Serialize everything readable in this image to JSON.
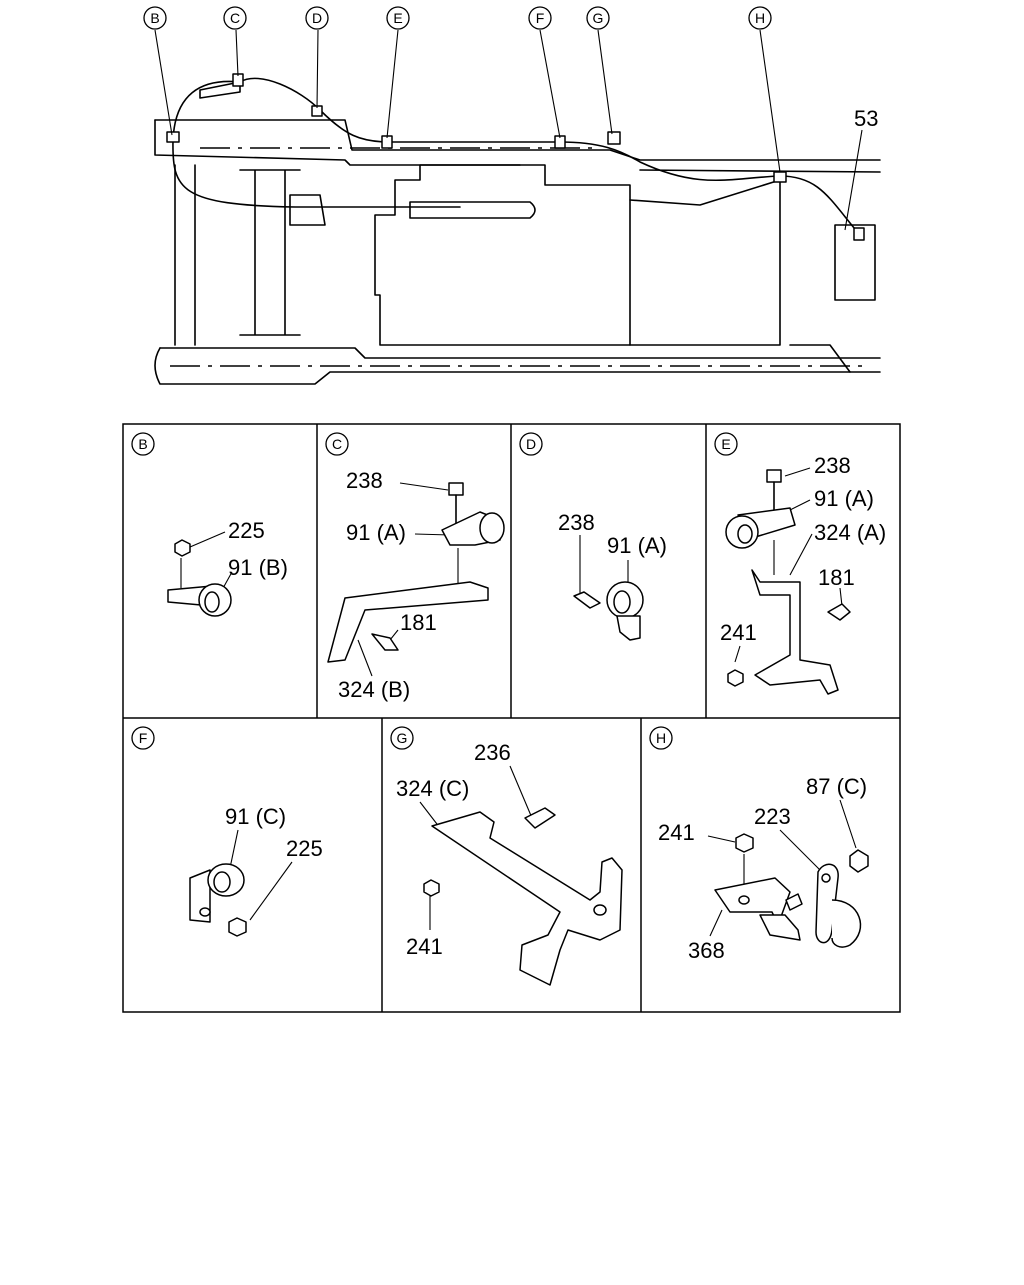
{
  "overview": {
    "callouts": [
      "B",
      "C",
      "D",
      "E",
      "F",
      "G",
      "H"
    ],
    "part_label": "53"
  },
  "panels": {
    "B": {
      "letter": "B",
      "labels": [
        "225",
        "91 (B)"
      ]
    },
    "C": {
      "letter": "C",
      "labels": [
        "238",
        "91 (A)",
        "181",
        "324 (B)"
      ]
    },
    "D": {
      "letter": "D",
      "labels": [
        "238",
        "91 (A)"
      ]
    },
    "E": {
      "letter": "E",
      "labels": [
        "238",
        "91 (A)",
        "324 (A)",
        "181",
        "241"
      ]
    },
    "F": {
      "letter": "F",
      "labels": [
        "91 (C)",
        "225"
      ]
    },
    "G": {
      "letter": "G",
      "labels": [
        "236",
        "324 (C)",
        "241"
      ]
    },
    "H": {
      "letter": "H",
      "labels": [
        "87 (C)",
        "223",
        "241",
        "368"
      ]
    }
  }
}
